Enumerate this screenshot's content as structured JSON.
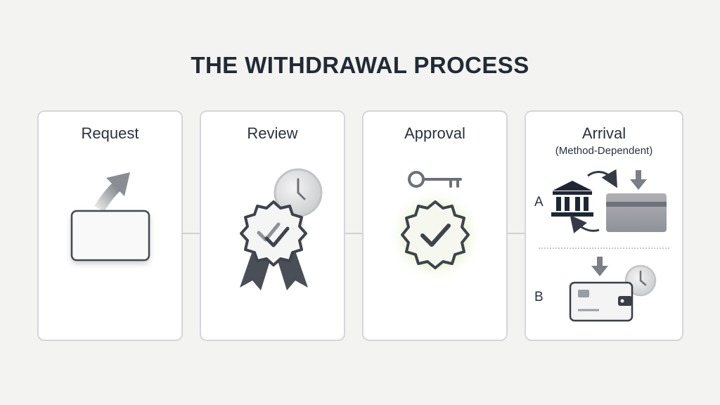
{
  "title": "THE WITHDRAWAL PROCESS",
  "steps": [
    {
      "label": "Request"
    },
    {
      "label": "Review"
    },
    {
      "label": "Approval"
    },
    {
      "label": "Arrival",
      "sublabel": "(Method-Dependent)"
    }
  ],
  "arrival_options": [
    {
      "letter": "A",
      "icons": [
        "bank-icon",
        "circular-arrows-icon",
        "down-arrow-icon",
        "bank-card-icon"
      ]
    },
    {
      "letter": "B",
      "icons": [
        "down-arrow-icon",
        "wallet-icon",
        "clock-icon"
      ]
    }
  ],
  "colors": {
    "background": "#f3f3f2",
    "card_border": "#d5d6d8",
    "dark_icon": "#353a44",
    "approval_glow": "#b6d47a"
  }
}
